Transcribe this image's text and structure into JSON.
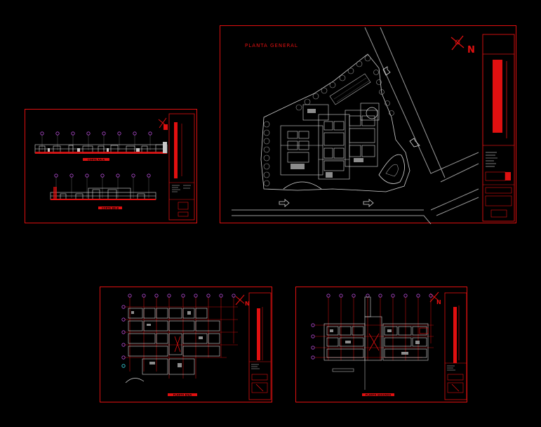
{
  "canvas": {
    "background": "#000000"
  },
  "colors": {
    "frame": "#e01010",
    "line_light": "#c8c8c8",
    "line_gray": "#7a7a7a",
    "line_white": "#e8e8e8",
    "grid_marker": "#b04ad0",
    "accent_cyan": "#38d6e0"
  },
  "sheets": {
    "sections": {
      "title_top": "CORTE AA-A",
      "title_bottom": "CORTE BB-B",
      "north_icon": "north-arrow-icon"
    },
    "site_plan": {
      "title": "PLANTA GENERAL",
      "north_icon": "north-arrow-icon",
      "north_letter": "N"
    },
    "floor_plan_1": {
      "title": "PLANTA BAJA",
      "north_icon": "north-arrow-icon",
      "north_letter": "N"
    },
    "floor_plan_2": {
      "title": "PLANTA SEGUNDA",
      "north_icon": "north-arrow-icon",
      "north_letter": "N"
    }
  }
}
